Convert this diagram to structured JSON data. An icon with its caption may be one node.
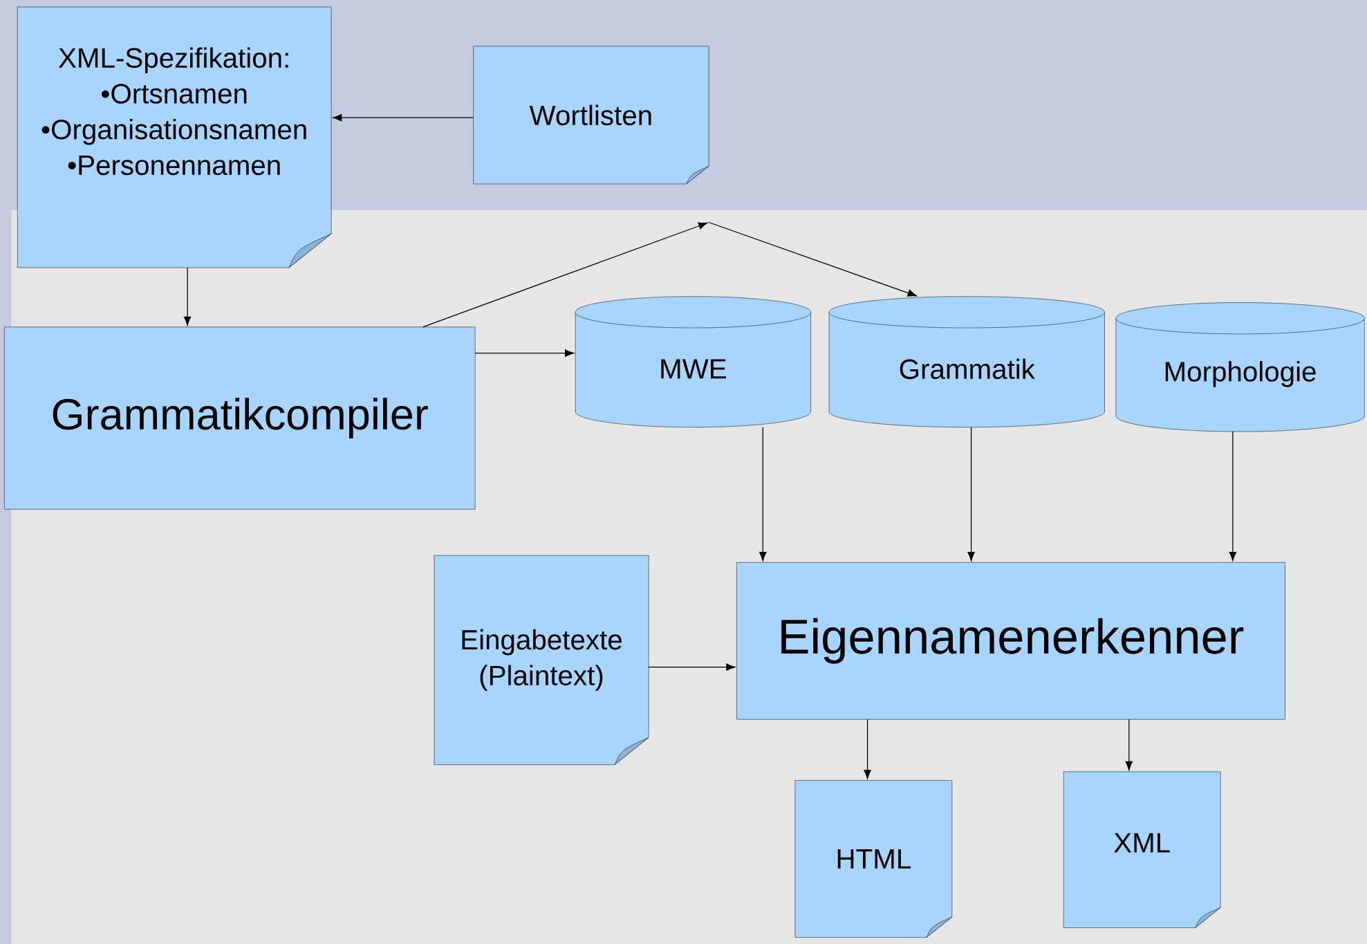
{
  "diagram": {
    "nodes": [
      {
        "text": [
          "XML-Spezifikation:",
          "•Ortsnamen",
          "•Organisationsnamen",
          "•Personennamen"
        ]
      },
      {
        "text": [
          "Wortlisten"
        ]
      },
      {
        "text": [
          "Grammatikcompiler"
        ]
      },
      {
        "text": [
          "MWE"
        ]
      },
      {
        "text": [
          "Grammatik"
        ]
      },
      {
        "text": [
          "Morphologie"
        ]
      },
      {
        "text": [
          "Eingabetexte (Plaintext)"
        ]
      },
      {
        "text": [
          "Eigennamenerkenner"
        ]
      },
      {
        "text": [
          "HTML"
        ]
      },
      {
        "text": [
          "XML"
        ]
      }
    ],
    "edges": [
      {
        "from": 1,
        "to": 0,
        "arrow": "to"
      },
      {
        "from": 0,
        "to": 2,
        "arrow": "to"
      },
      {
        "from": 2,
        "to": 3,
        "arrow": "to"
      },
      {
        "from": 2,
        "to": null,
        "arrow": "to"
      },
      {
        "from": null,
        "to": 4,
        "arrow": "to"
      },
      {
        "from": 3,
        "to": 7,
        "arrow": "to"
      },
      {
        "from": 4,
        "to": 7,
        "arrow": "to"
      },
      {
        "from": 5,
        "to": 7,
        "arrow": "to"
      },
      {
        "from": 6,
        "to": 7,
        "arrow": "to"
      },
      {
        "from": 7,
        "to": 8,
        "arrow": "to"
      },
      {
        "from": 7,
        "to": 9,
        "arrow": "to"
      }
    ]
  }
}
